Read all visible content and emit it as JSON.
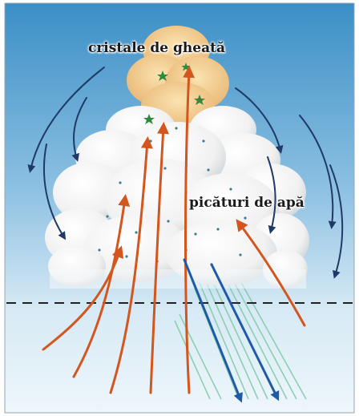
{
  "labels": {
    "ice_crystals": "cristale de gheată",
    "water_drops": "picături de apă"
  },
  "colors": {
    "sky_top": "#3b8fc6",
    "sky_bottom": "#e4f1f8",
    "updraft_arrow": "#d2561e",
    "downdraft_arrow": "#1f3a66",
    "rain_arrow": "#1f5aa8",
    "rain_streaks": "#7fc9a6",
    "cloud_top": "#f0c98a"
  },
  "icons": {
    "updraft": "orange-up-arrow",
    "downdraft": "dark-curved-arrow",
    "precipitation": "blue-down-arrow",
    "ice_crystal": "green-star"
  }
}
